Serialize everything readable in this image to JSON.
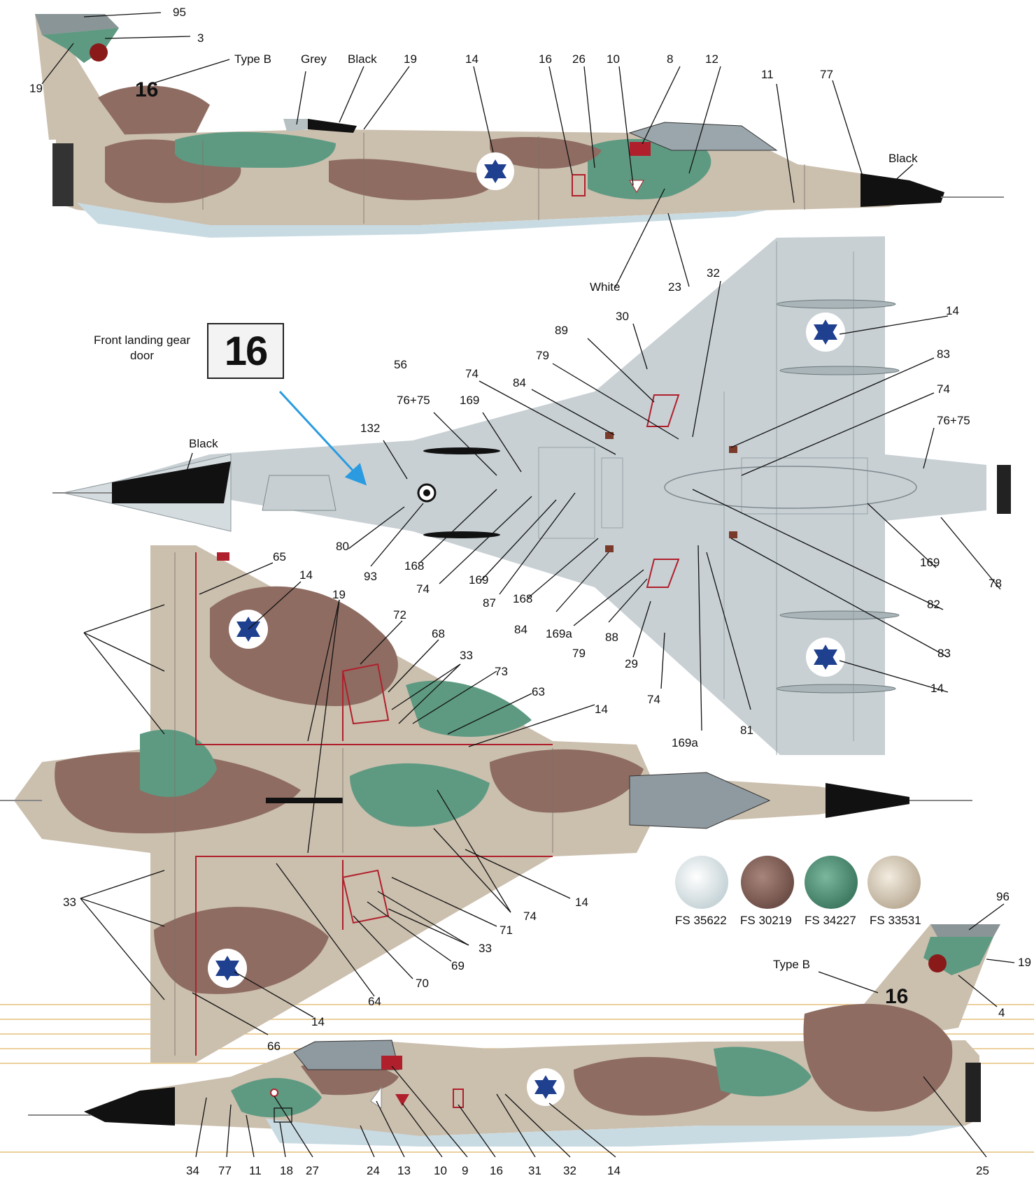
{
  "gear_door": {
    "caption": "Front landing gear door",
    "number": "16"
  },
  "colors": {
    "fs35622": "#e6eef0",
    "fs30219": "#8e6c62",
    "fs34227": "#5e9a82",
    "fs33531": "#d8ccb8",
    "black": "#111111",
    "grey": "#c8d0d4",
    "marking_red": "#b0202c",
    "roundel_blue": "#1f3f8f",
    "arrow_blue": "#2a9be0"
  },
  "swatches": [
    {
      "label": "FS 35622"
    },
    {
      "label": "FS 30219"
    },
    {
      "label": "FS 34227"
    },
    {
      "label": "FS 33531"
    }
  ],
  "top_side": {
    "tail_number": "16",
    "callouts": [
      "95",
      "3",
      "19",
      "Type B",
      "Grey",
      "Black",
      "19",
      "14",
      "16",
      "26",
      "10",
      "8",
      "12",
      "11",
      "77",
      "Black",
      "White",
      "23"
    ]
  },
  "underside": {
    "callouts": [
      "32",
      "30",
      "89",
      "14",
      "56",
      "79",
      "83",
      "74",
      "84",
      "74",
      "76+75",
      "169",
      "76+75",
      "132",
      "Black",
      "80",
      "93",
      "168",
      "74",
      "169",
      "87",
      "168",
      "84",
      "169a",
      "79",
      "88",
      "29",
      "74",
      "169a",
      "81",
      "169",
      "82",
      "83",
      "14",
      "78"
    ]
  },
  "topview": {
    "callouts": [
      "65",
      "14",
      "19",
      "72",
      "68",
      "33",
      "73",
      "63",
      "14",
      "33",
      "74",
      "14",
      "71",
      "33",
      "69",
      "70",
      "64",
      "14",
      "66"
    ]
  },
  "bottom_side": {
    "tail_number": "16",
    "callouts": [
      "96",
      "Type B",
      "19",
      "4",
      "34",
      "77",
      "11",
      "18",
      "27",
      "24",
      "13",
      "10",
      "9",
      "16",
      "31",
      "32",
      "14",
      "25"
    ]
  }
}
